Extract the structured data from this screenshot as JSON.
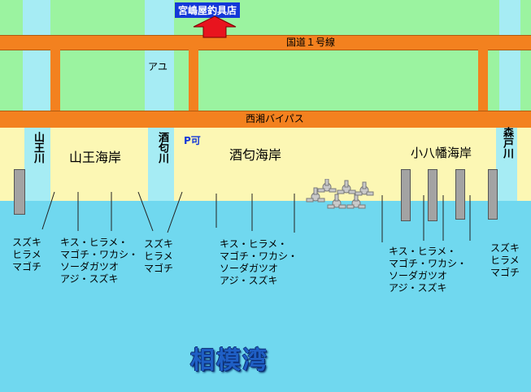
{
  "shop": {
    "label": "宮嶋屋釣具店"
  },
  "roads": {
    "national": "国道１号線",
    "bypass": "西湘バイパス"
  },
  "rivers": {
    "ayu": "アユ",
    "sanno_river": "山王川",
    "sakawa_river": "酒匂川",
    "morito_river": "森戸川"
  },
  "beaches": {
    "sanno": "山王海岸",
    "sakawa": "酒匂海岸",
    "koyawata": "小八幡海岸"
  },
  "parking": "P可",
  "bay": "相模湾",
  "fish_labels": {
    "f1": "スズキ\nヒラメ\nマゴチ",
    "f2": "キス・ヒラメ・\nマゴチ・ワカシ・\nソーダガツオ\nアジ・スズキ",
    "f3": "スズキ\nヒラメ\nマゴチ",
    "f4": "キス・ヒラメ・\nマゴチ・ワカシ・\nソーダガツオ\nアジ・スズキ",
    "f5": "キス・ヒラメ・\nマゴチ・ワカシ・\nソーダガツオ\nアジ・スズキ",
    "f6": "スズキ\nヒラメ\nマゴチ"
  },
  "colors": {
    "land": "#9bf3a0",
    "river": "#a6ecf4",
    "road": "#f3811f",
    "beach": "#fcf7b4",
    "sea": "#70d8ef",
    "bay_text": "#1f5fc5",
    "shop_bg": "#1438d8",
    "arrow": "#e8141e"
  }
}
